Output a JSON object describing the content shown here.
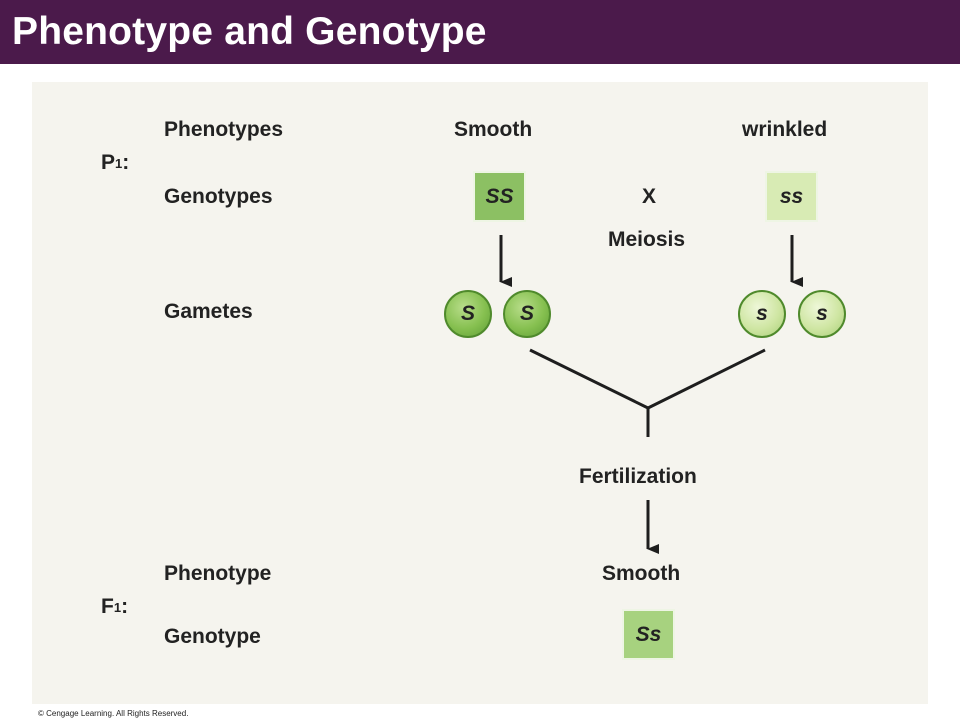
{
  "title": "Phenotype and Genotype",
  "p1": {
    "generation_label": "P",
    "generation_sub": "1",
    "generation_colon": " :",
    "phenotypes_label": "Phenotypes",
    "phenotype_left": "Smooth",
    "phenotype_right": "wrinkled",
    "genotypes_label": "Genotypes",
    "genotype_left": "SS",
    "cross_symbol": "X",
    "genotype_right": "ss"
  },
  "meiosis_label": "Meiosis",
  "gametes": {
    "label": "Gametes",
    "left": [
      "S",
      "S"
    ],
    "right": [
      "s",
      "s"
    ]
  },
  "fertilization_label": "Fertilization",
  "f1": {
    "generation_label": "F",
    "generation_sub": "1",
    "generation_colon": " :",
    "phenotype_label": "Phenotype",
    "phenotype_value": "Smooth",
    "genotype_label": "Genotype",
    "genotype_value": "Ss"
  },
  "copyright": "© Cengage Learning. All Rights Reserved.",
  "colors": {
    "header": "#4b1a4b",
    "panel": "#f5f4ee",
    "dominant_green": "#8cc063",
    "recessive_green": "#d8ebb4",
    "hybrid_green": "#a7d27f"
  }
}
